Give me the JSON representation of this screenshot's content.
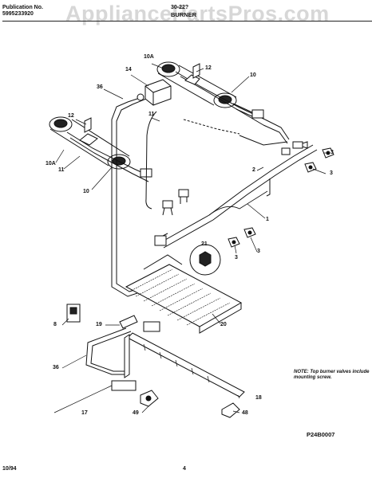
{
  "header": {
    "publication_label": "Publication No.",
    "publication_number": "5995233920",
    "model_partial": "30-22?",
    "section_title": "BURNER"
  },
  "watermark": "AppliancePartsPros.com",
  "note": "NOTE: Top burner valves include mounting screw.",
  "footer": {
    "date": "10/94",
    "page": "4",
    "diagram_code": "P24B0007"
  },
  "callouts": {
    "c10a_top": "10A",
    "c12_top": "12",
    "c10_top": "10",
    "c14": "14",
    "c36_top": "36",
    "c11_top": "11",
    "c12_left": "12",
    "c10a_left": "10A",
    "c11_left": "11",
    "c10_left": "10",
    "c3_a": "3",
    "c3_b": "3",
    "c2": "2",
    "c1": "1",
    "c21": "21",
    "c3_c": "3",
    "c3_d": "3",
    "c8": "8",
    "c19": "19",
    "c20": "20",
    "c36_bot": "36",
    "c18": "18",
    "c17": "17",
    "c49": "49",
    "c48": "48"
  }
}
